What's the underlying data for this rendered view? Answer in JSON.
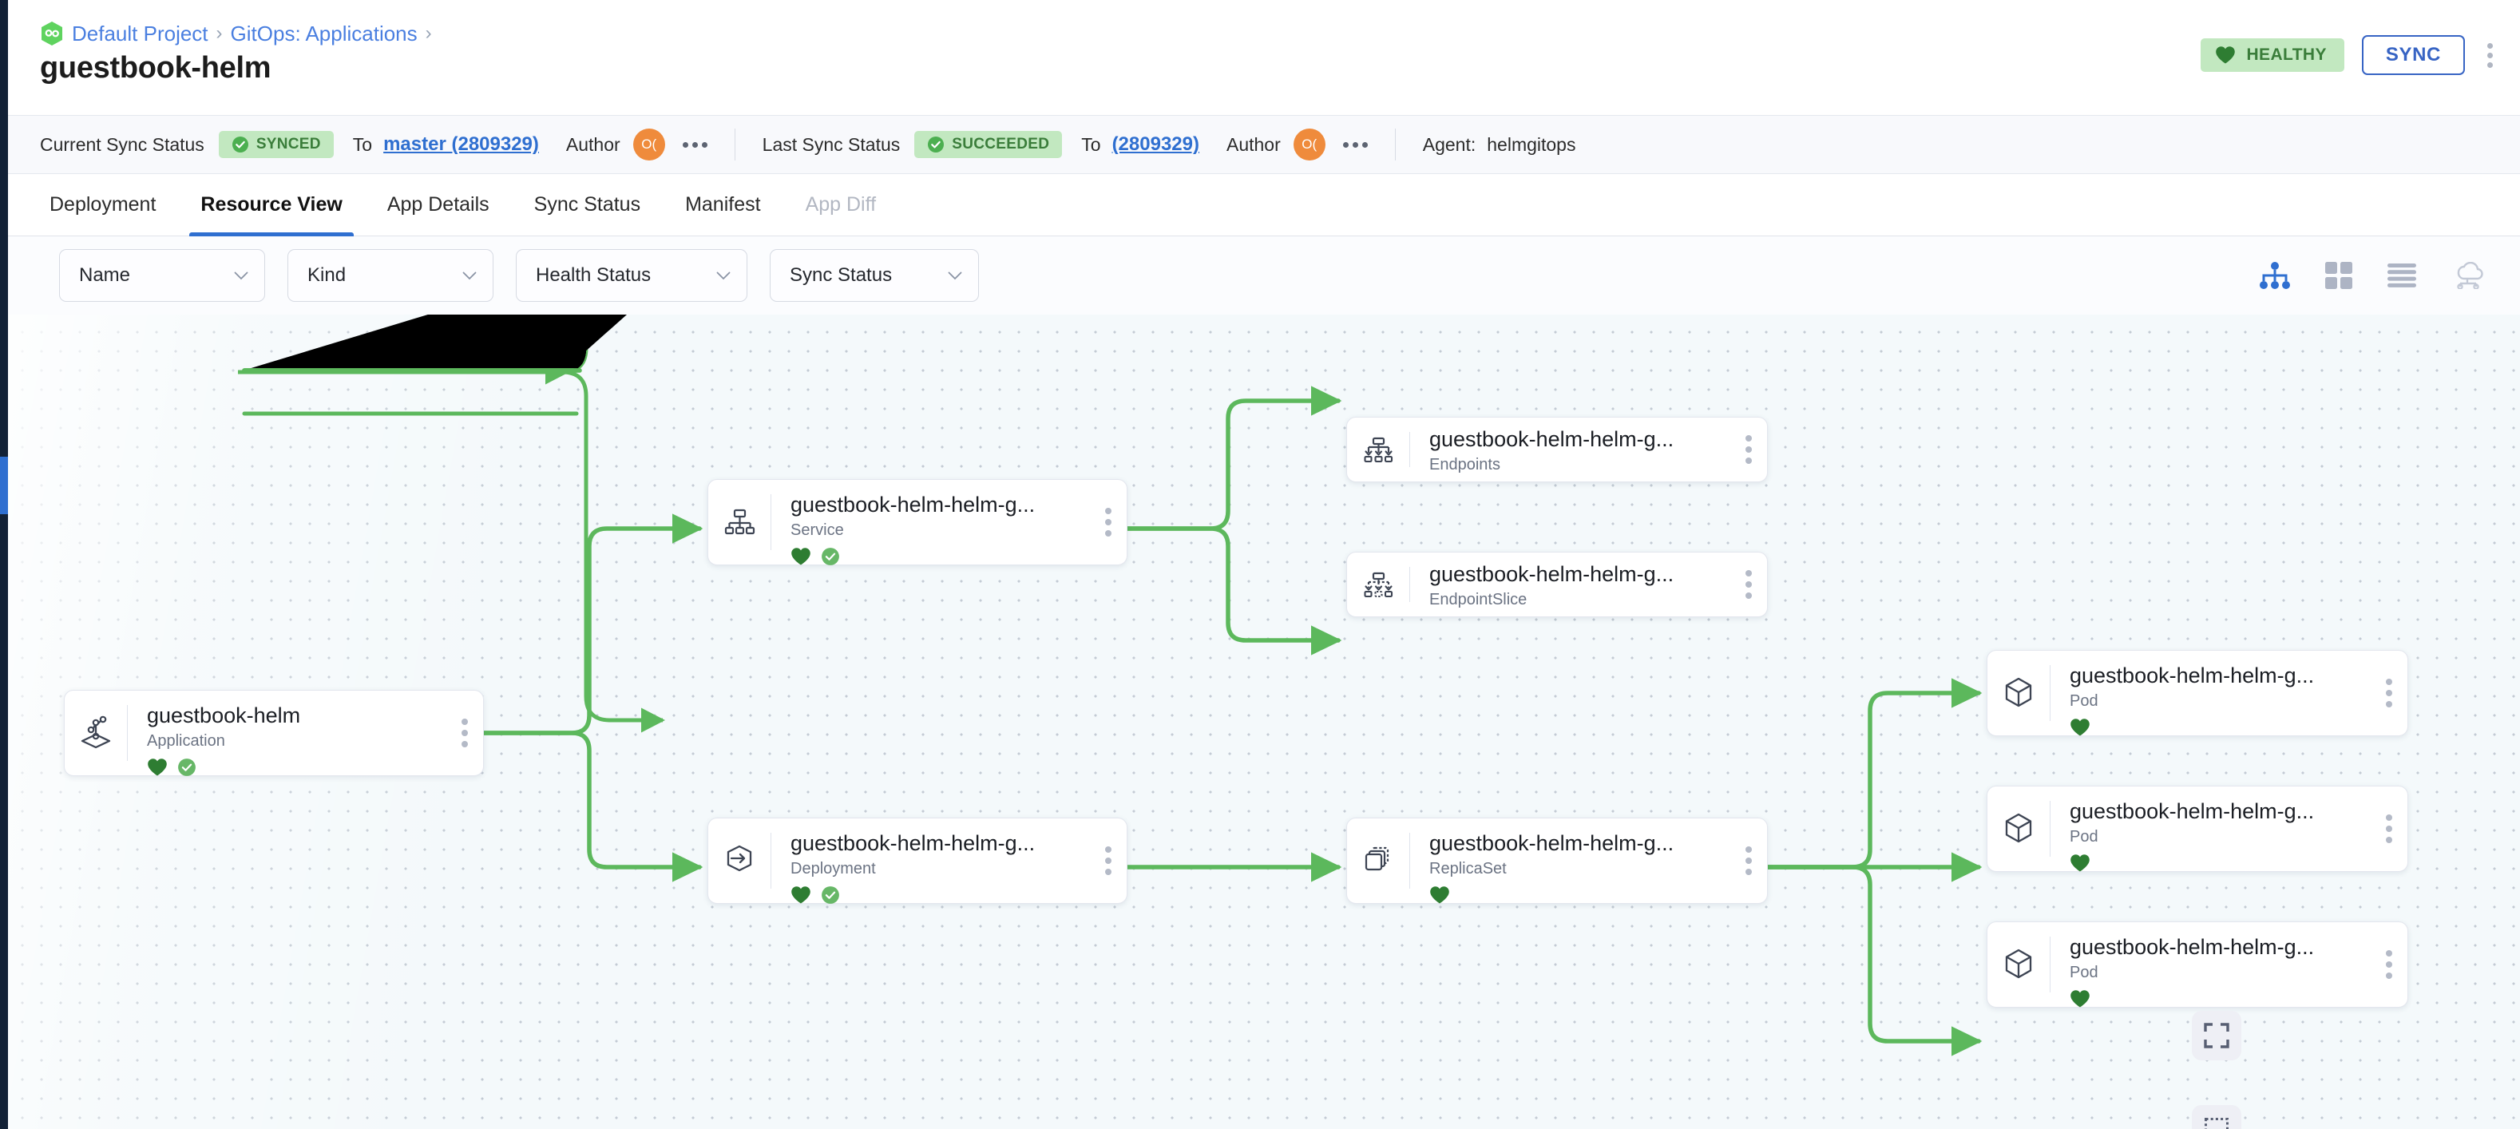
{
  "rail": {
    "active_item": "applications-rail-indicator"
  },
  "header": {
    "breadcrumb": [
      {
        "label": "Default Project",
        "icon": "argo-logo-icon"
      },
      {
        "label": "GitOps: Applications"
      }
    ],
    "separator": "›",
    "title": "guestbook-helm",
    "health_badge": {
      "label": "HEALTHY",
      "icon": "heart-icon",
      "color": "#3a7d3a",
      "bg": "#c2e8c0"
    },
    "sync_button": "SYNC",
    "overflow_menu": "kebab-icon"
  },
  "status": {
    "current_sync_label": "Current Sync Status",
    "current_sync_value": "SYNCED",
    "current_to_label": "To",
    "current_revision": "master (2809329)",
    "current_author_label": "Author",
    "current_author_avatar": "O(",
    "last_sync_label": "Last Sync Status",
    "last_sync_value": "SUCCEEDED",
    "last_to_label": "To",
    "last_revision": "(2809329)",
    "last_author_label": "Author",
    "last_author_avatar": "O(",
    "agent_label": "Agent:",
    "agent_value": "helmgitops"
  },
  "tabs": [
    {
      "label": "Deployment",
      "active": false,
      "disabled": false
    },
    {
      "label": "Resource View",
      "active": true,
      "disabled": false
    },
    {
      "label": "App Details",
      "active": false,
      "disabled": false
    },
    {
      "label": "Sync Status",
      "active": false,
      "disabled": false
    },
    {
      "label": "Manifest",
      "active": false,
      "disabled": false
    },
    {
      "label": "App Diff",
      "active": false,
      "disabled": true
    }
  ],
  "filters": [
    {
      "label": "Name",
      "icon": "chevron-down-icon"
    },
    {
      "label": "Kind",
      "icon": "chevron-down-icon"
    },
    {
      "label": "Health Status",
      "icon": "chevron-down-icon"
    },
    {
      "label": "Sync Status",
      "icon": "chevron-down-icon"
    }
  ],
  "view_modes": [
    {
      "name": "tree-view-icon",
      "active": true
    },
    {
      "name": "grid-view-icon",
      "active": false
    },
    {
      "name": "list-view-icon",
      "active": false
    },
    {
      "name": "network-view-icon",
      "active": false
    }
  ],
  "canvas": {
    "accent_edge_color": "#5cb85c",
    "nodes": [
      {
        "id": "application",
        "title": "guestbook-helm",
        "kind": "Application",
        "icon": "helm-application-icon",
        "healthy": true,
        "synced": true
      },
      {
        "id": "service",
        "title": "guestbook-helm-helm-g...",
        "kind": "Service",
        "icon": "service-icon",
        "healthy": true,
        "synced": true
      },
      {
        "id": "endpoints",
        "title": "guestbook-helm-helm-g...",
        "kind": "Endpoints",
        "icon": "endpoints-icon",
        "healthy": false,
        "synced": false
      },
      {
        "id": "endpointslice",
        "title": "guestbook-helm-helm-g...",
        "kind": "EndpointSlice",
        "icon": "endpointslice-icon",
        "healthy": false,
        "synced": false
      },
      {
        "id": "deployment",
        "title": "guestbook-helm-helm-g...",
        "kind": "Deployment",
        "icon": "deployment-icon",
        "healthy": true,
        "synced": true
      },
      {
        "id": "replicaset",
        "title": "guestbook-helm-helm-g...",
        "kind": "ReplicaSet",
        "icon": "replicaset-icon",
        "healthy": true,
        "synced": false
      },
      {
        "id": "pod1",
        "title": "guestbook-helm-helm-g...",
        "kind": "Pod",
        "icon": "pod-icon",
        "healthy": true,
        "synced": false
      },
      {
        "id": "pod2",
        "title": "guestbook-helm-helm-g...",
        "kind": "Pod",
        "icon": "pod-icon",
        "healthy": true,
        "synced": false
      },
      {
        "id": "pod3",
        "title": "guestbook-helm-helm-g...",
        "kind": "Pod",
        "icon": "pod-icon",
        "healthy": true,
        "synced": false
      }
    ],
    "controls": [
      {
        "name": "fit-to-screen-button",
        "icon": "expand-icon"
      },
      {
        "name": "select-area-button",
        "icon": "dashed-square-icon"
      }
    ]
  }
}
